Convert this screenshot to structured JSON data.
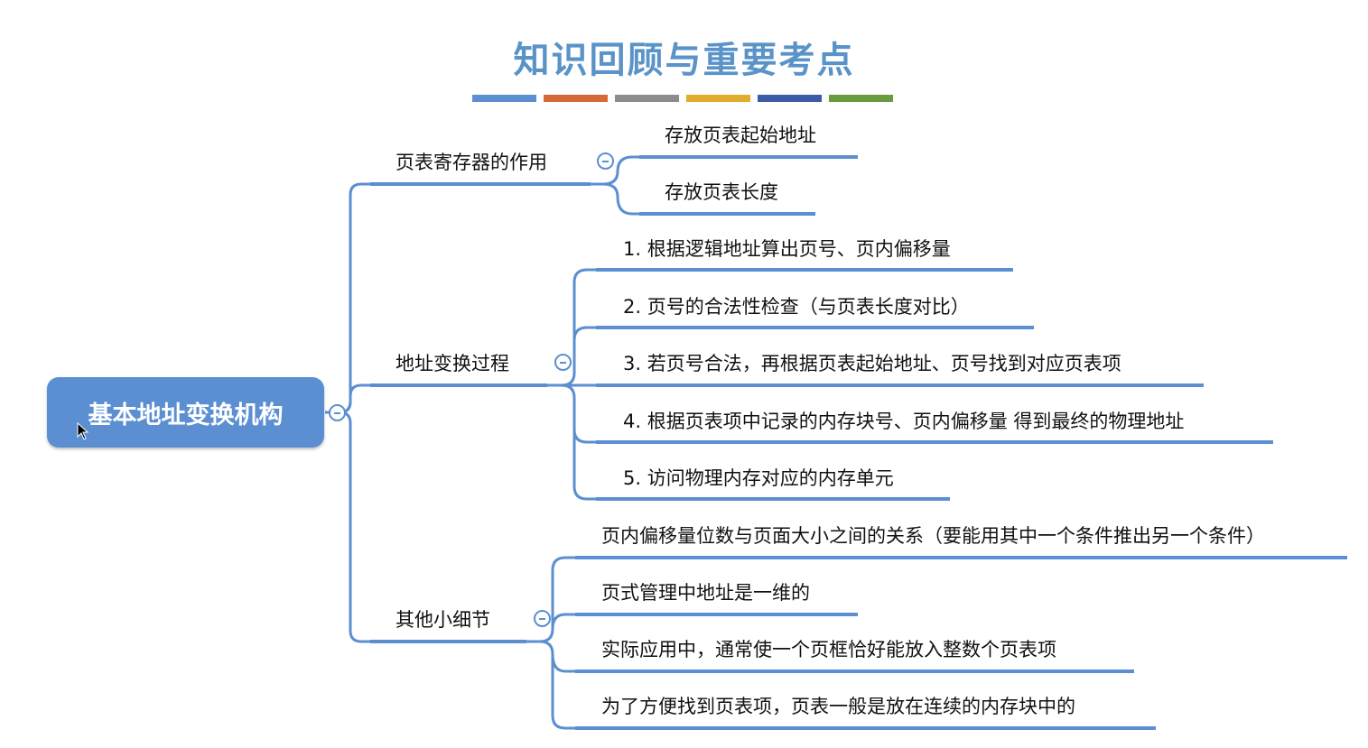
{
  "title": "知识回顾与重要考点",
  "accent_colors": [
    "#5b8fd1",
    "#d66a36",
    "#8c8c8c",
    "#e0ad2d",
    "#3b5ca8",
    "#6a9c3f"
  ],
  "line_color": "#5b8fd1",
  "root": {
    "label": "基本地址变换机构"
  },
  "branches": [
    {
      "label": "页表寄存器的作用",
      "children": [
        "存放页表起始地址",
        "存放页表长度"
      ]
    },
    {
      "label": "地址变换过程",
      "children": [
        "1. 根据逻辑地址算出页号、页内偏移量",
        "2. 页号的合法性检查（与页表长度对比）",
        "3. 若页号合法，再根据页表起始地址、页号找到对应页表项",
        "4. 根据页表项中记录的内存块号、页内偏移量 得到最终的物理地址",
        "5. 访问物理内存对应的内存单元"
      ]
    },
    {
      "label": "其他小细节",
      "children": [
        "页内偏移量位数与页面大小之间的关系（要能用其中一个条件推出另一个条件）",
        "页式管理中地址是一维的",
        "实际应用中，通常使一个页框恰好能放入整数个页表项",
        "为了方便找到页表项，页表一般是放在连续的内存块中的"
      ]
    }
  ]
}
